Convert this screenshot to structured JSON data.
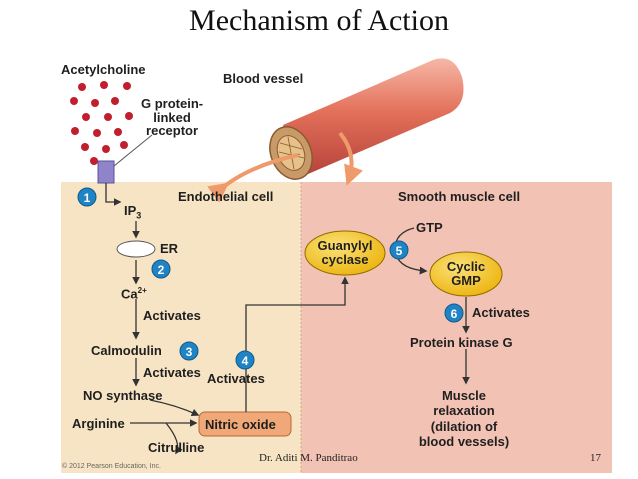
{
  "slide": {
    "title": "Mechanism of Action",
    "footer_author": "Dr. Aditi M. Panditrao",
    "page_number": "17",
    "credit": "© 2012 Pearson Education, Inc."
  },
  "diagram": {
    "acetylcholine": "Acetylcholine",
    "receptor": [
      "G protein-",
      "linked",
      "receptor"
    ],
    "blood_vessel": "Blood vessel",
    "endothelial_cell": "Endothelial cell",
    "smooth_muscle_cell": "Smooth muscle cell",
    "ip3": "IP",
    "ip3_sub": "3",
    "er": "ER",
    "ca": "Ca",
    "ca_sup": "2+",
    "activates_1": "Activates",
    "calmodulin": "Calmodulin",
    "activates_2": "Activates",
    "activates_3": "Activates",
    "no_synthase": "NO synthase",
    "arginine": "Arginine",
    "citrulline": "Citrulline",
    "nitric_oxide": "Nitric oxide",
    "guanylyl_cyclase": [
      "Guanylyl",
      "cyclase"
    ],
    "gtp": "GTP",
    "cyclic_gmp": [
      "Cyclic",
      "GMP"
    ],
    "activates_4": "Activates",
    "protein_kinase_g": "Protein kinase G",
    "muscle_relaxation": [
      "Muscle",
      "relaxation",
      "(dilation of",
      "blood vessels)"
    ],
    "steps": [
      "1",
      "2",
      "3",
      "4",
      "5",
      "6"
    ]
  },
  "colors": {
    "endothelial_bg": "#f7e4c4",
    "smooth_muscle_bg": "#f2c3b4",
    "step_badge": "#1f83c4",
    "enzyme_yellow": "#f4c21a",
    "nitric_oxide_fill": "#f0a879",
    "dot_red": "#c21f2e",
    "receptor": "#8f84c9"
  }
}
